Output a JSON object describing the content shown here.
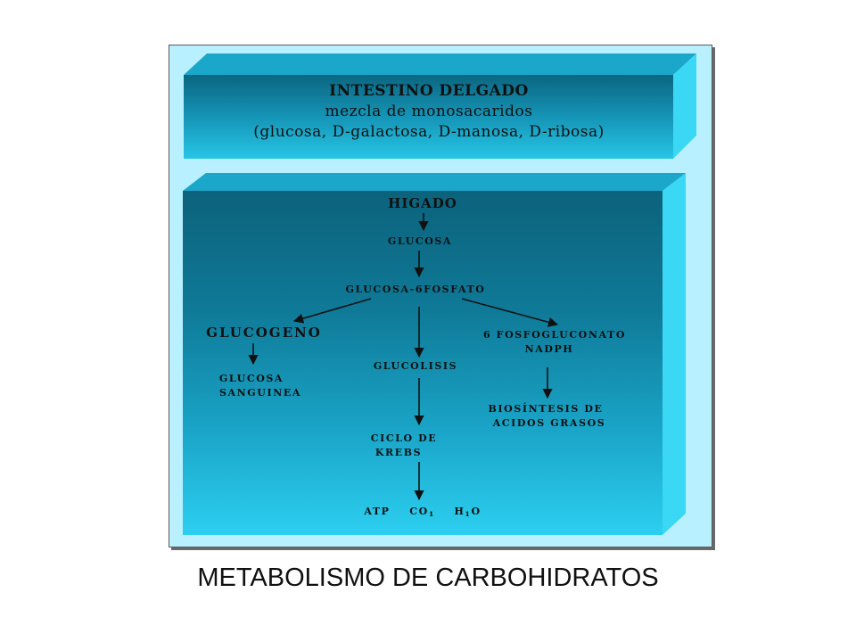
{
  "diagram": {
    "top_box": {
      "title": "INTESTINO DELGADO",
      "line1": "mezcla de monosacaridos",
      "line2": "(glucosa, D-galactosa, D-manosa, D-ribosa)"
    },
    "nodes": {
      "higado": "HIGADO",
      "glucosa": "GLUCOSA",
      "glucosa_6fosfato": "GLUCOSA-6FOSFATO",
      "glucogeno": "GLUCOGENO",
      "glucolisis": "GLUCOLISIS",
      "fosfogluconato": "6 FOSFOGLUCONATO",
      "nadph": "NADPH",
      "glucosa_sanguinea_1": "GLUCOSA",
      "glucosa_sanguinea_2": "SANGUINEA",
      "biosintesis_1": "BIOSÍNTESIS DE",
      "biosintesis_2": "ACIDOS GRASOS",
      "ciclo_krebs_1": "CICLO DE",
      "ciclo_krebs_2": "KREBS",
      "atp": "ATP",
      "co2": "CO",
      "co2_sub": "1",
      "h2o_h": "H",
      "h2o_sub": "1",
      "h2o_o": "O"
    },
    "colors": {
      "frame_bg": "#b8f0ff",
      "box_top": "#0d6f8a",
      "box_bottom": "#25cbea",
      "side_face": "#39d6f4",
      "arrow": "#111111"
    }
  },
  "caption": "METABOLISMO DE CARBOHIDRATOS"
}
